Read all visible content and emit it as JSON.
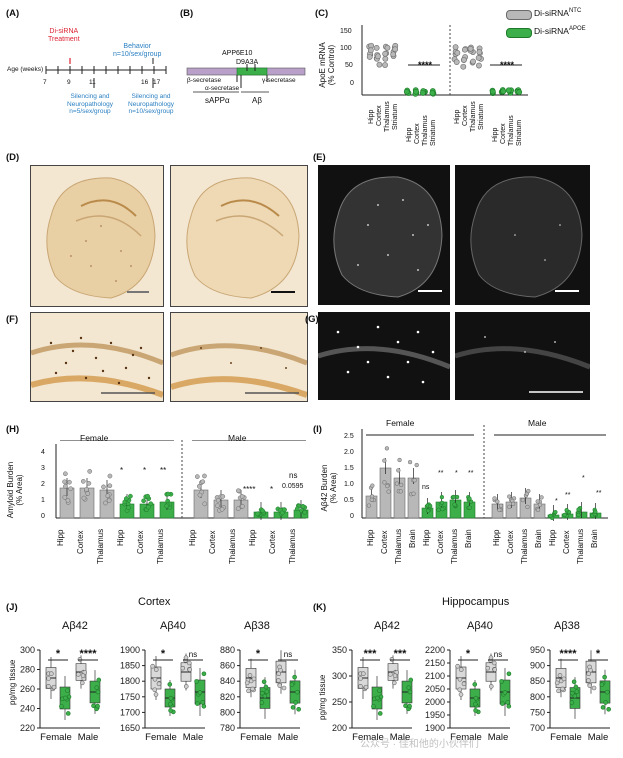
{
  "panels": {
    "A": {
      "label": "(A)",
      "treatment_line1": "Di-siRNA",
      "treatment_line2": "Treatment",
      "behavior_line1": "Behavior",
      "behavior_line2": "n=10/sex/group",
      "age_label": "Age (weeks)",
      "ticks": [
        "7",
        "9",
        "11",
        "16",
        "17"
      ],
      "silencing1_line1": "Silencing and",
      "silencing1_line2": "Neuropathology",
      "silencing1_line3": "n=5/sex/group",
      "silencing2_line1": "Silencing and",
      "silencing2_line2": "Neuropathology",
      "silencing2_line3": "n=10/sex/group"
    },
    "B": {
      "label": "(B)",
      "antibody1": "APP6E10",
      "antibody2": "D9A3A",
      "beta": "β-secretase",
      "alpha": "α-secretase",
      "gamma": "γ-secretase",
      "sapp": "sAPPα",
      "abeta": "Aβ"
    },
    "C": {
      "label": "(C)",
      "ylabel_line1": "ApoE mRNA",
      "ylabel_line2": "(% Control)",
      "yticks": [
        "0",
        "50",
        "100",
        "150"
      ],
      "legend_ntc": "Di-siRNA",
      "legend_ntc_sup": "NTC",
      "legend_apoe": "Di-siRNA",
      "legend_apoe_sup": "APOE",
      "sig": "****",
      "xcats": [
        "Hipp",
        "Cortex",
        "Thalamus",
        "Striatum"
      ]
    },
    "D": {
      "label": "(D)"
    },
    "E": {
      "label": "(E)"
    },
    "F": {
      "label": "(F)"
    },
    "G": {
      "label": "(G)"
    },
    "H": {
      "label": "(H)",
      "ylabel_line1": "Amyloid Burden",
      "ylabel_line2": "(% Area)",
      "female": "Female",
      "male": "Male",
      "yticks": [
        "0",
        "1",
        "2",
        "3",
        "4"
      ],
      "xcats": [
        "Hipp",
        "Cortex",
        "Thalamus"
      ],
      "female_sig": [
        "*",
        "*",
        "**"
      ],
      "male_sig": [
        "****",
        "*",
        "ns"
      ],
      "male_p": "0.0595"
    },
    "I": {
      "label": "(I)",
      "ylabel_line1": "Aβ42 Burden",
      "ylabel_line2": "(% Area)",
      "female": "Female",
      "male": "Male",
      "yticks": [
        "0",
        "0.5",
        "1.0",
        "1.5",
        "2.0",
        "2.5"
      ],
      "xcats": [
        "Hipp",
        "Cortex",
        "Thalamus",
        "Brain"
      ],
      "female_sig": [
        "ns",
        "**",
        "*",
        "**"
      ],
      "male_sig": [
        "*",
        "**",
        "*",
        "**"
      ]
    },
    "J": {
      "label": "(J)",
      "title": "Cortex",
      "ylabel": "pg/mg tissue",
      "sub": [
        {
          "title": "Aβ42",
          "yticks": [
            "220",
            "240",
            "260",
            "280",
            "300"
          ],
          "sig": [
            "*",
            "****"
          ]
        },
        {
          "title": "Aβ40",
          "yticks": [
            "1650",
            "1700",
            "1750",
            "1800",
            "1850",
            "1900"
          ],
          "sig": [
            "*",
            "ns"
          ]
        },
        {
          "title": "Aβ38",
          "yticks": [
            "780",
            "800",
            "820",
            "840",
            "860",
            "880"
          ],
          "sig": [
            "*",
            "ns"
          ]
        }
      ],
      "xcats": [
        "Female",
        "Male"
      ]
    },
    "K": {
      "label": "(K)",
      "title": "Hippocampus",
      "ylabel": "pg/mg tissue",
      "sub": [
        {
          "title": "Aβ42",
          "yticks": [
            "200",
            "250",
            "300",
            "350"
          ],
          "sig": [
            "***",
            "***"
          ]
        },
        {
          "title": "Aβ40",
          "yticks": [
            "1900",
            "1950",
            "2000",
            "2050",
            "2100",
            "2150",
            "2200"
          ],
          "sig": [
            "*",
            "ns"
          ]
        },
        {
          "title": "Aβ38",
          "yticks": [
            "700",
            "750",
            "800",
            "850",
            "900",
            "950"
          ],
          "sig": [
            "****",
            "*"
          ]
        }
      ],
      "xcats": [
        "Female",
        "Male"
      ]
    }
  },
  "watermark": "公众号 · 佳和他的小伙伴们",
  "colors": {
    "ntc": "#b8b8b8",
    "apoe": "#3cae4a",
    "ntc_edge": "#6a6a6a",
    "apoe_edge": "#1e7a2a"
  }
}
